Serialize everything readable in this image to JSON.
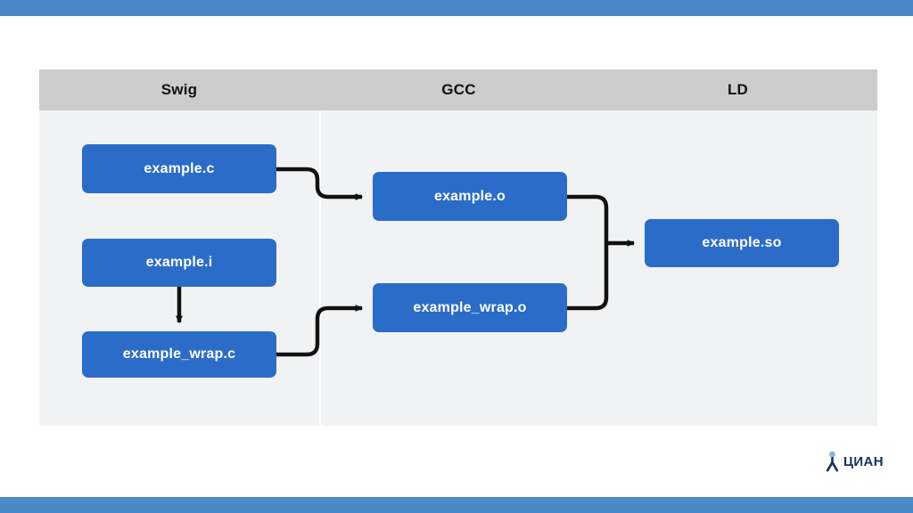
{
  "slide": {
    "background_color": "#ffffff",
    "top_bar_color": "#4a88c7",
    "bottom_bar_color": "#4a88c7"
  },
  "panel": {
    "background_color": "#f1f2f4",
    "header_background_color": "#cccccc",
    "columns": [
      {
        "id": "swig",
        "label": "Swig"
      },
      {
        "id": "gcc",
        "label": "GCC"
      },
      {
        "id": "ld",
        "label": "LD"
      }
    ]
  },
  "diagram": {
    "type": "flow",
    "node_color": "#2b6cc8",
    "node_text_color": "#ffffff",
    "connector_color": "#111111",
    "nodes": [
      {
        "id": "example-c",
        "label": "example.c",
        "column": "swig"
      },
      {
        "id": "example-i",
        "label": "example.i",
        "column": "swig"
      },
      {
        "id": "example-wrap-c",
        "label": "example_wrap.c",
        "column": "swig"
      },
      {
        "id": "example-o",
        "label": "example.o",
        "column": "gcc"
      },
      {
        "id": "example-wrap-o",
        "label": "example_wrap.o",
        "column": "gcc"
      },
      {
        "id": "example-so",
        "label": "example.so",
        "column": "ld"
      }
    ],
    "edges": [
      {
        "from": "example-c",
        "to": "example-o"
      },
      {
        "from": "example-i",
        "to": "example-wrap-c"
      },
      {
        "from": "example-wrap-c",
        "to": "example-wrap-o"
      },
      {
        "from": "example-o",
        "to": "example-so"
      },
      {
        "from": "example-wrap-o",
        "to": "example-so"
      }
    ]
  },
  "logo": {
    "text": "ЦИАН",
    "mark_icon": "person-pin-icon",
    "text_color": "#16325c",
    "mark_head_color": "#8fb4dd",
    "mark_body_color": "#16325c"
  }
}
